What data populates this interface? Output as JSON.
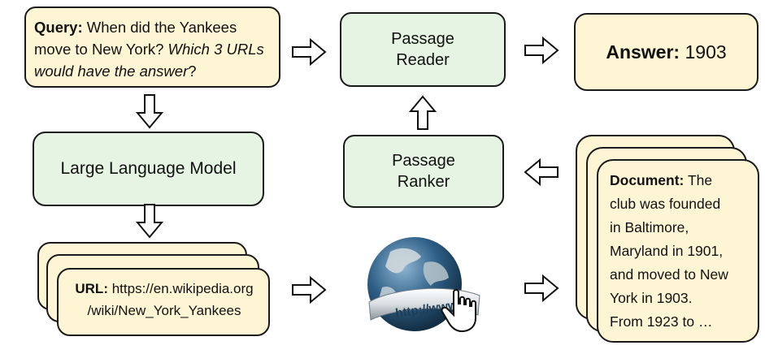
{
  "query": {
    "label": "Query:",
    "text": "When did the Yankees move to New York?",
    "italic": "Which 3 URLs would have the answer",
    "end": "?"
  },
  "llm": {
    "label": "Large Language Model"
  },
  "url": {
    "label": "URL:",
    "line1": "https://en.wikipedia.org",
    "line2": "/wiki/New_York_Yankees"
  },
  "globe": {
    "text": "http://www."
  },
  "reader": {
    "line1": "Passage",
    "line2": "Reader"
  },
  "ranker": {
    "line1": "Passage",
    "line2": "Ranker"
  },
  "answer": {
    "label": "Answer:",
    "value": "1903"
  },
  "document": {
    "label": "Document:",
    "lines": [
      "The",
      "club was founded",
      "in Baltimore,",
      "Maryland in 1901,",
      "and moved to New",
      "York in 1903.",
      "From 1923 to …"
    ]
  },
  "colors": {
    "yellow_box": "#fdf5d3",
    "green_box": "#e6f4e3",
    "border": "#1a1a1a",
    "globe_ocean": "#2e5f86",
    "globe_land": "#cfd8dc"
  }
}
